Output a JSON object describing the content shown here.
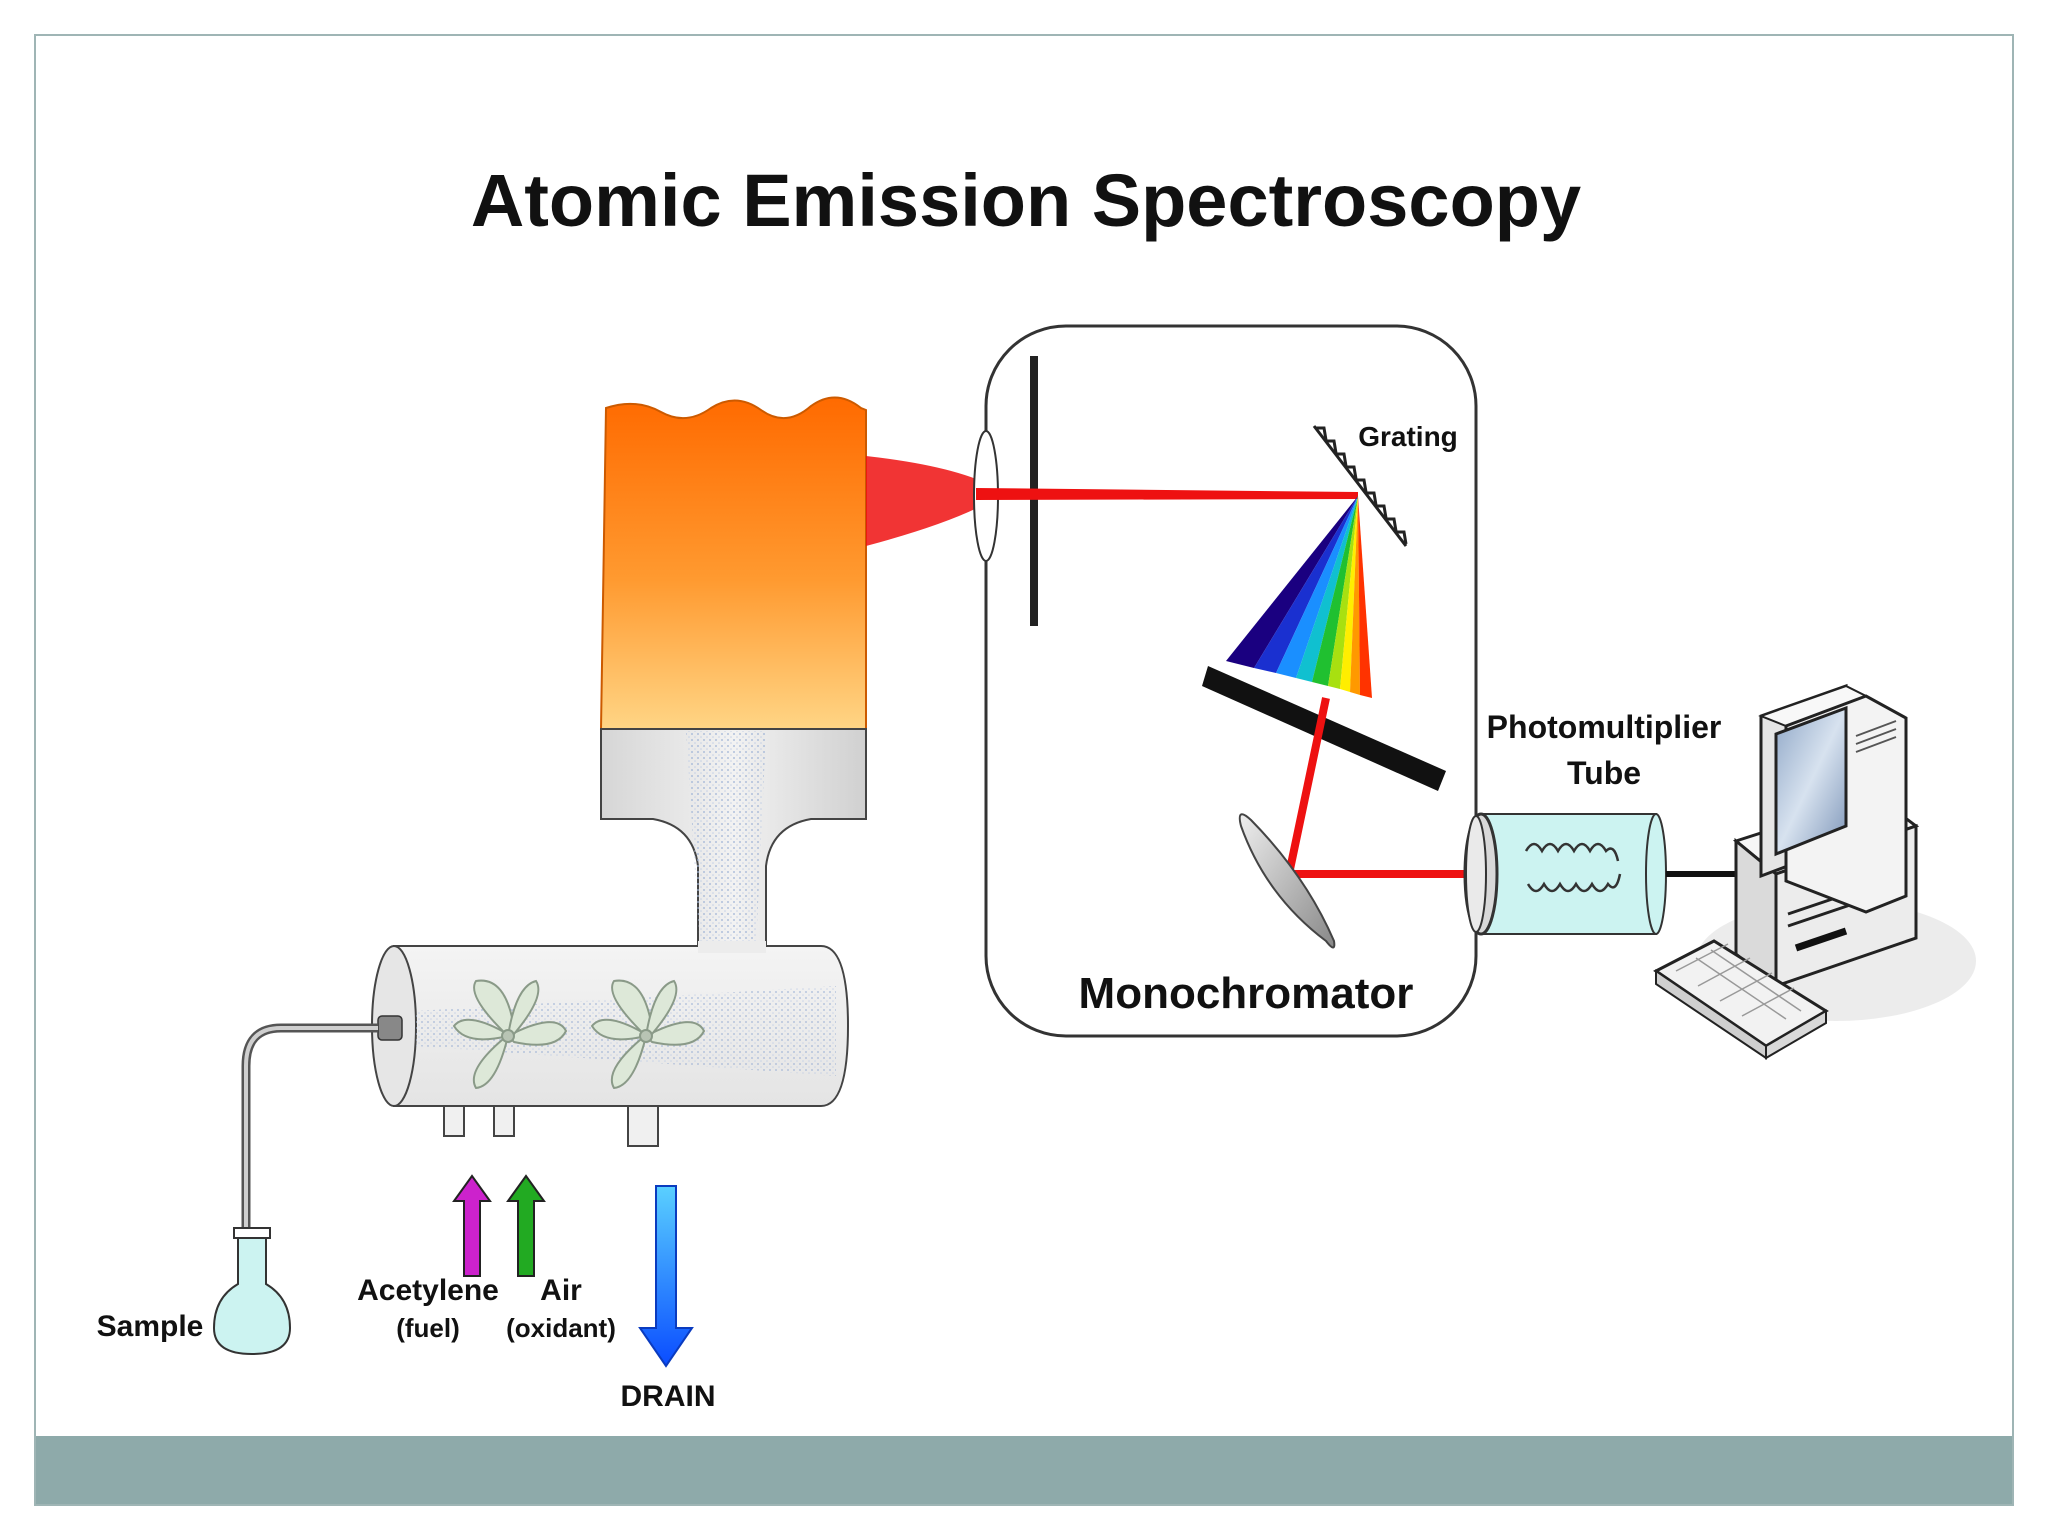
{
  "title": "Atomic Emission Spectroscopy",
  "labels": {
    "grating": "Grating",
    "monochromator": "Monochromator",
    "pmt_line1": "Photomultiplier",
    "pmt_line2": "Tube",
    "sample": "Sample",
    "acetylene": "Acetylene",
    "acetylene_sub": "(fuel)",
    "air": "Air",
    "air_sub": "(oxidant)",
    "drain": "DRAIN"
  },
  "colors": {
    "beam": "#ee1111",
    "flame_top": "#ff6a00",
    "flame_bottom": "#ffd27a",
    "footer": "#8eaaaa",
    "acetylene_arrow": "#cc22cc",
    "air_arrow": "#22aa22",
    "drain_arrow": "#1e6fff"
  }
}
